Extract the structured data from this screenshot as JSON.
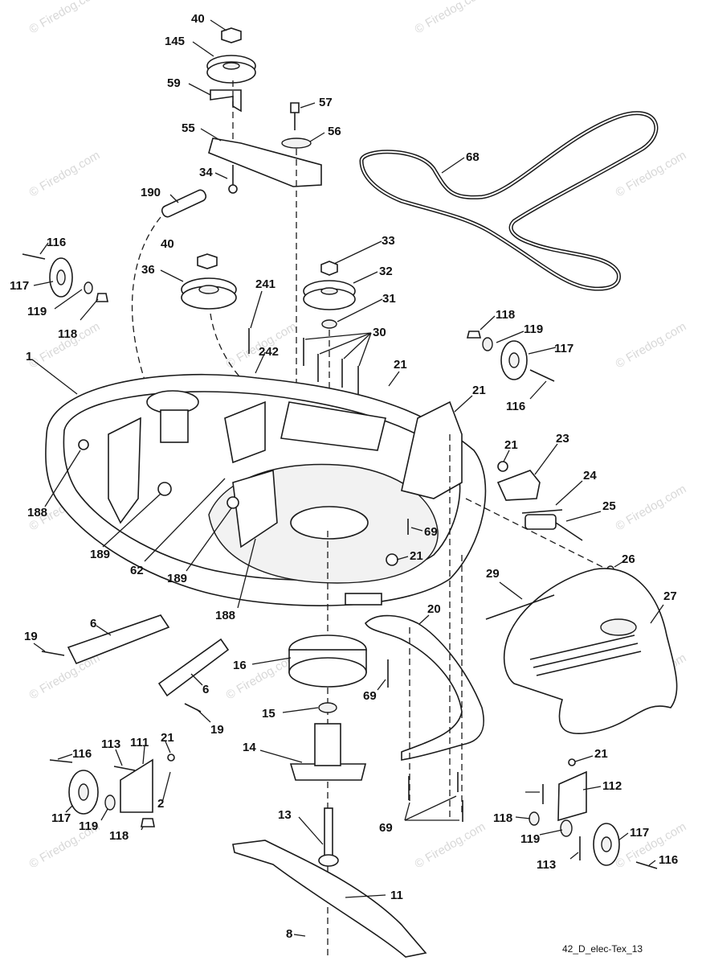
{
  "diagram": {
    "reference_code": "42_D_elec-Tex_13",
    "watermark_text": "© Firedog.com",
    "callouts": [
      "40",
      "145",
      "59",
      "57",
      "55",
      "56",
      "34",
      "68",
      "190",
      "116",
      "40",
      "117",
      "36",
      "33",
      "32",
      "119",
      "241",
      "31",
      "118",
      "30",
      "118",
      "119",
      "242",
      "1",
      "21",
      "117",
      "116",
      "21",
      "21",
      "23",
      "24",
      "25",
      "188",
      "69",
      "189",
      "62",
      "189",
      "21",
      "26",
      "29",
      "27",
      "188",
      "20",
      "6",
      "19",
      "16",
      "6",
      "69",
      "19",
      "15",
      "21",
      "116",
      "113",
      "111",
      "14",
      "21",
      "2",
      "112",
      "118",
      "117",
      "119",
      "118",
      "113",
      "13",
      "69",
      "119",
      "117",
      "116",
      "11",
      "8"
    ],
    "line_color": "#1a1a1a",
    "watermark_color": "#d8d8d8"
  }
}
